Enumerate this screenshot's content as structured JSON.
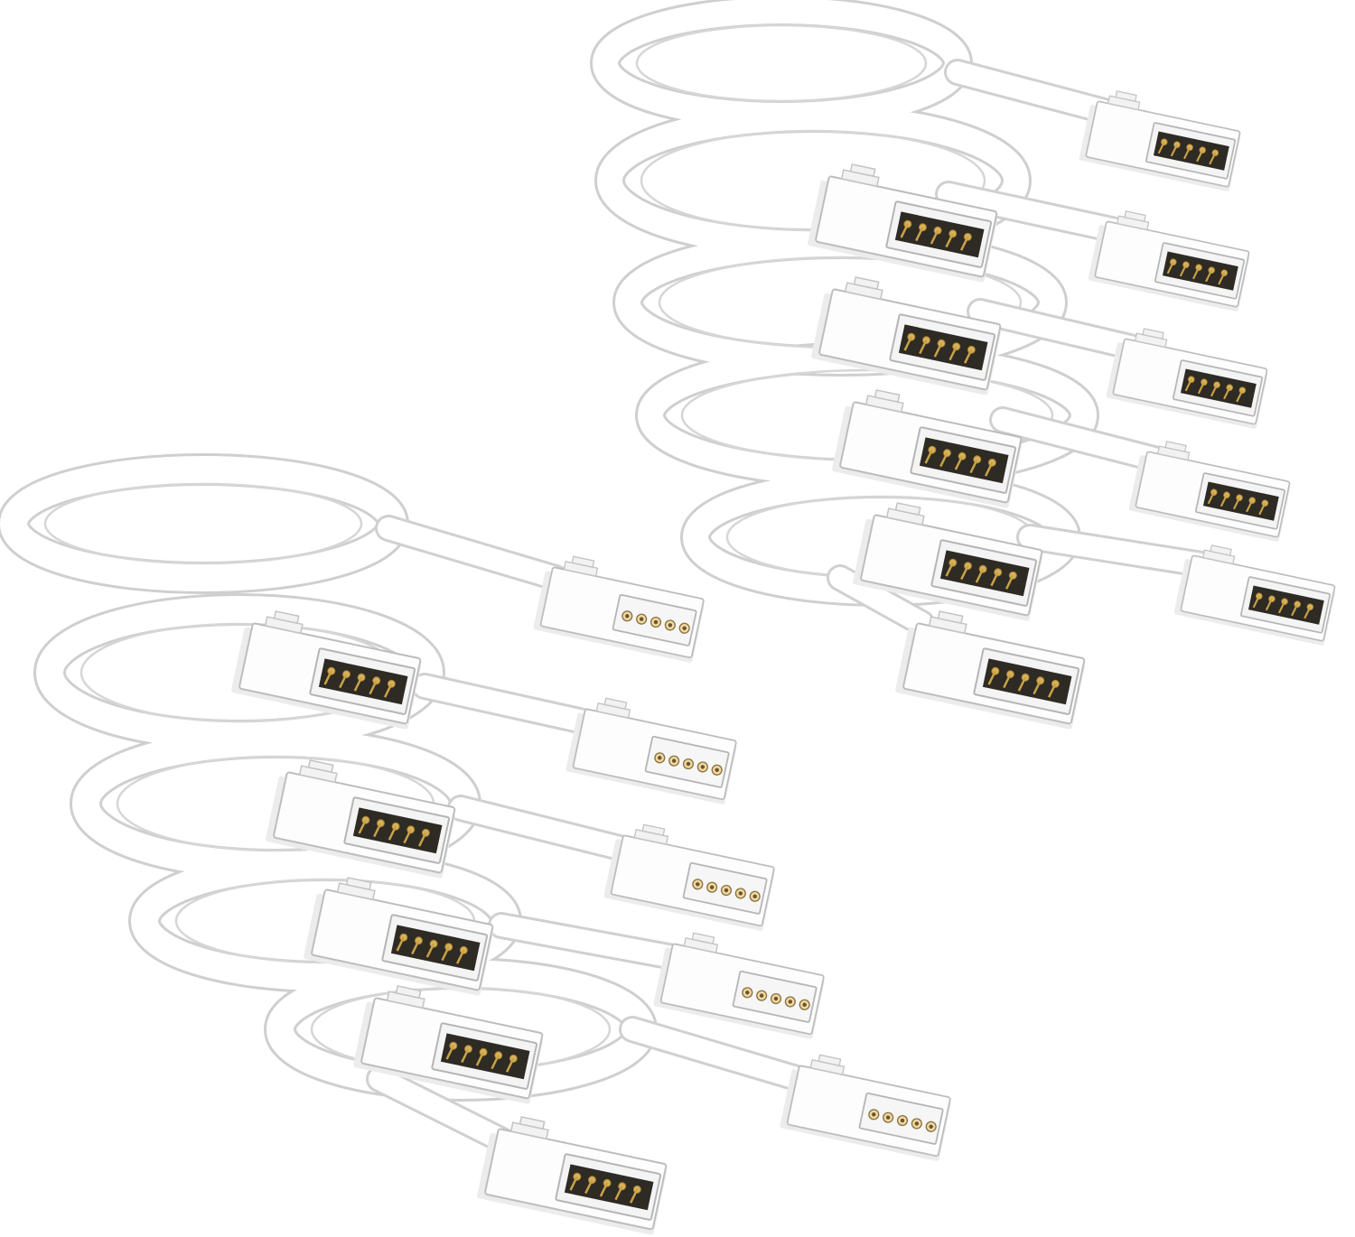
{
  "image": {
    "subject": "white-5-pin-led-strip-extension-cables",
    "colors": {
      "background": "#ffffff",
      "cable_fill": "#ffffff",
      "cable_outline": "#cfcfcf",
      "cable_shadow": "#d9d9d9",
      "connector_body": "#fdfdfd",
      "connector_shade": "#e8e8e8",
      "connector_outline": "#b9b9b9",
      "port_frame": "#f3f3f3",
      "port_dark": "#2e2a24",
      "pin_gold": "#d8b25a",
      "pin_gold_dark": "#a27e2e",
      "socket_ring": "#f0d9a2",
      "socket_hole": "#6b5630"
    },
    "groups": [
      {
        "name": "upper-right-cable-bundle",
        "cable_count": 5,
        "pins_per_connector": 5,
        "end_types": [
          "male-pin-connector",
          "male-pin-connector"
        ]
      },
      {
        "name": "lower-left-cable-bundle",
        "cable_count": 5,
        "pins_per_connector": 5,
        "end_types": [
          "male-pin-connector",
          "female-socket-connector"
        ]
      }
    ]
  }
}
